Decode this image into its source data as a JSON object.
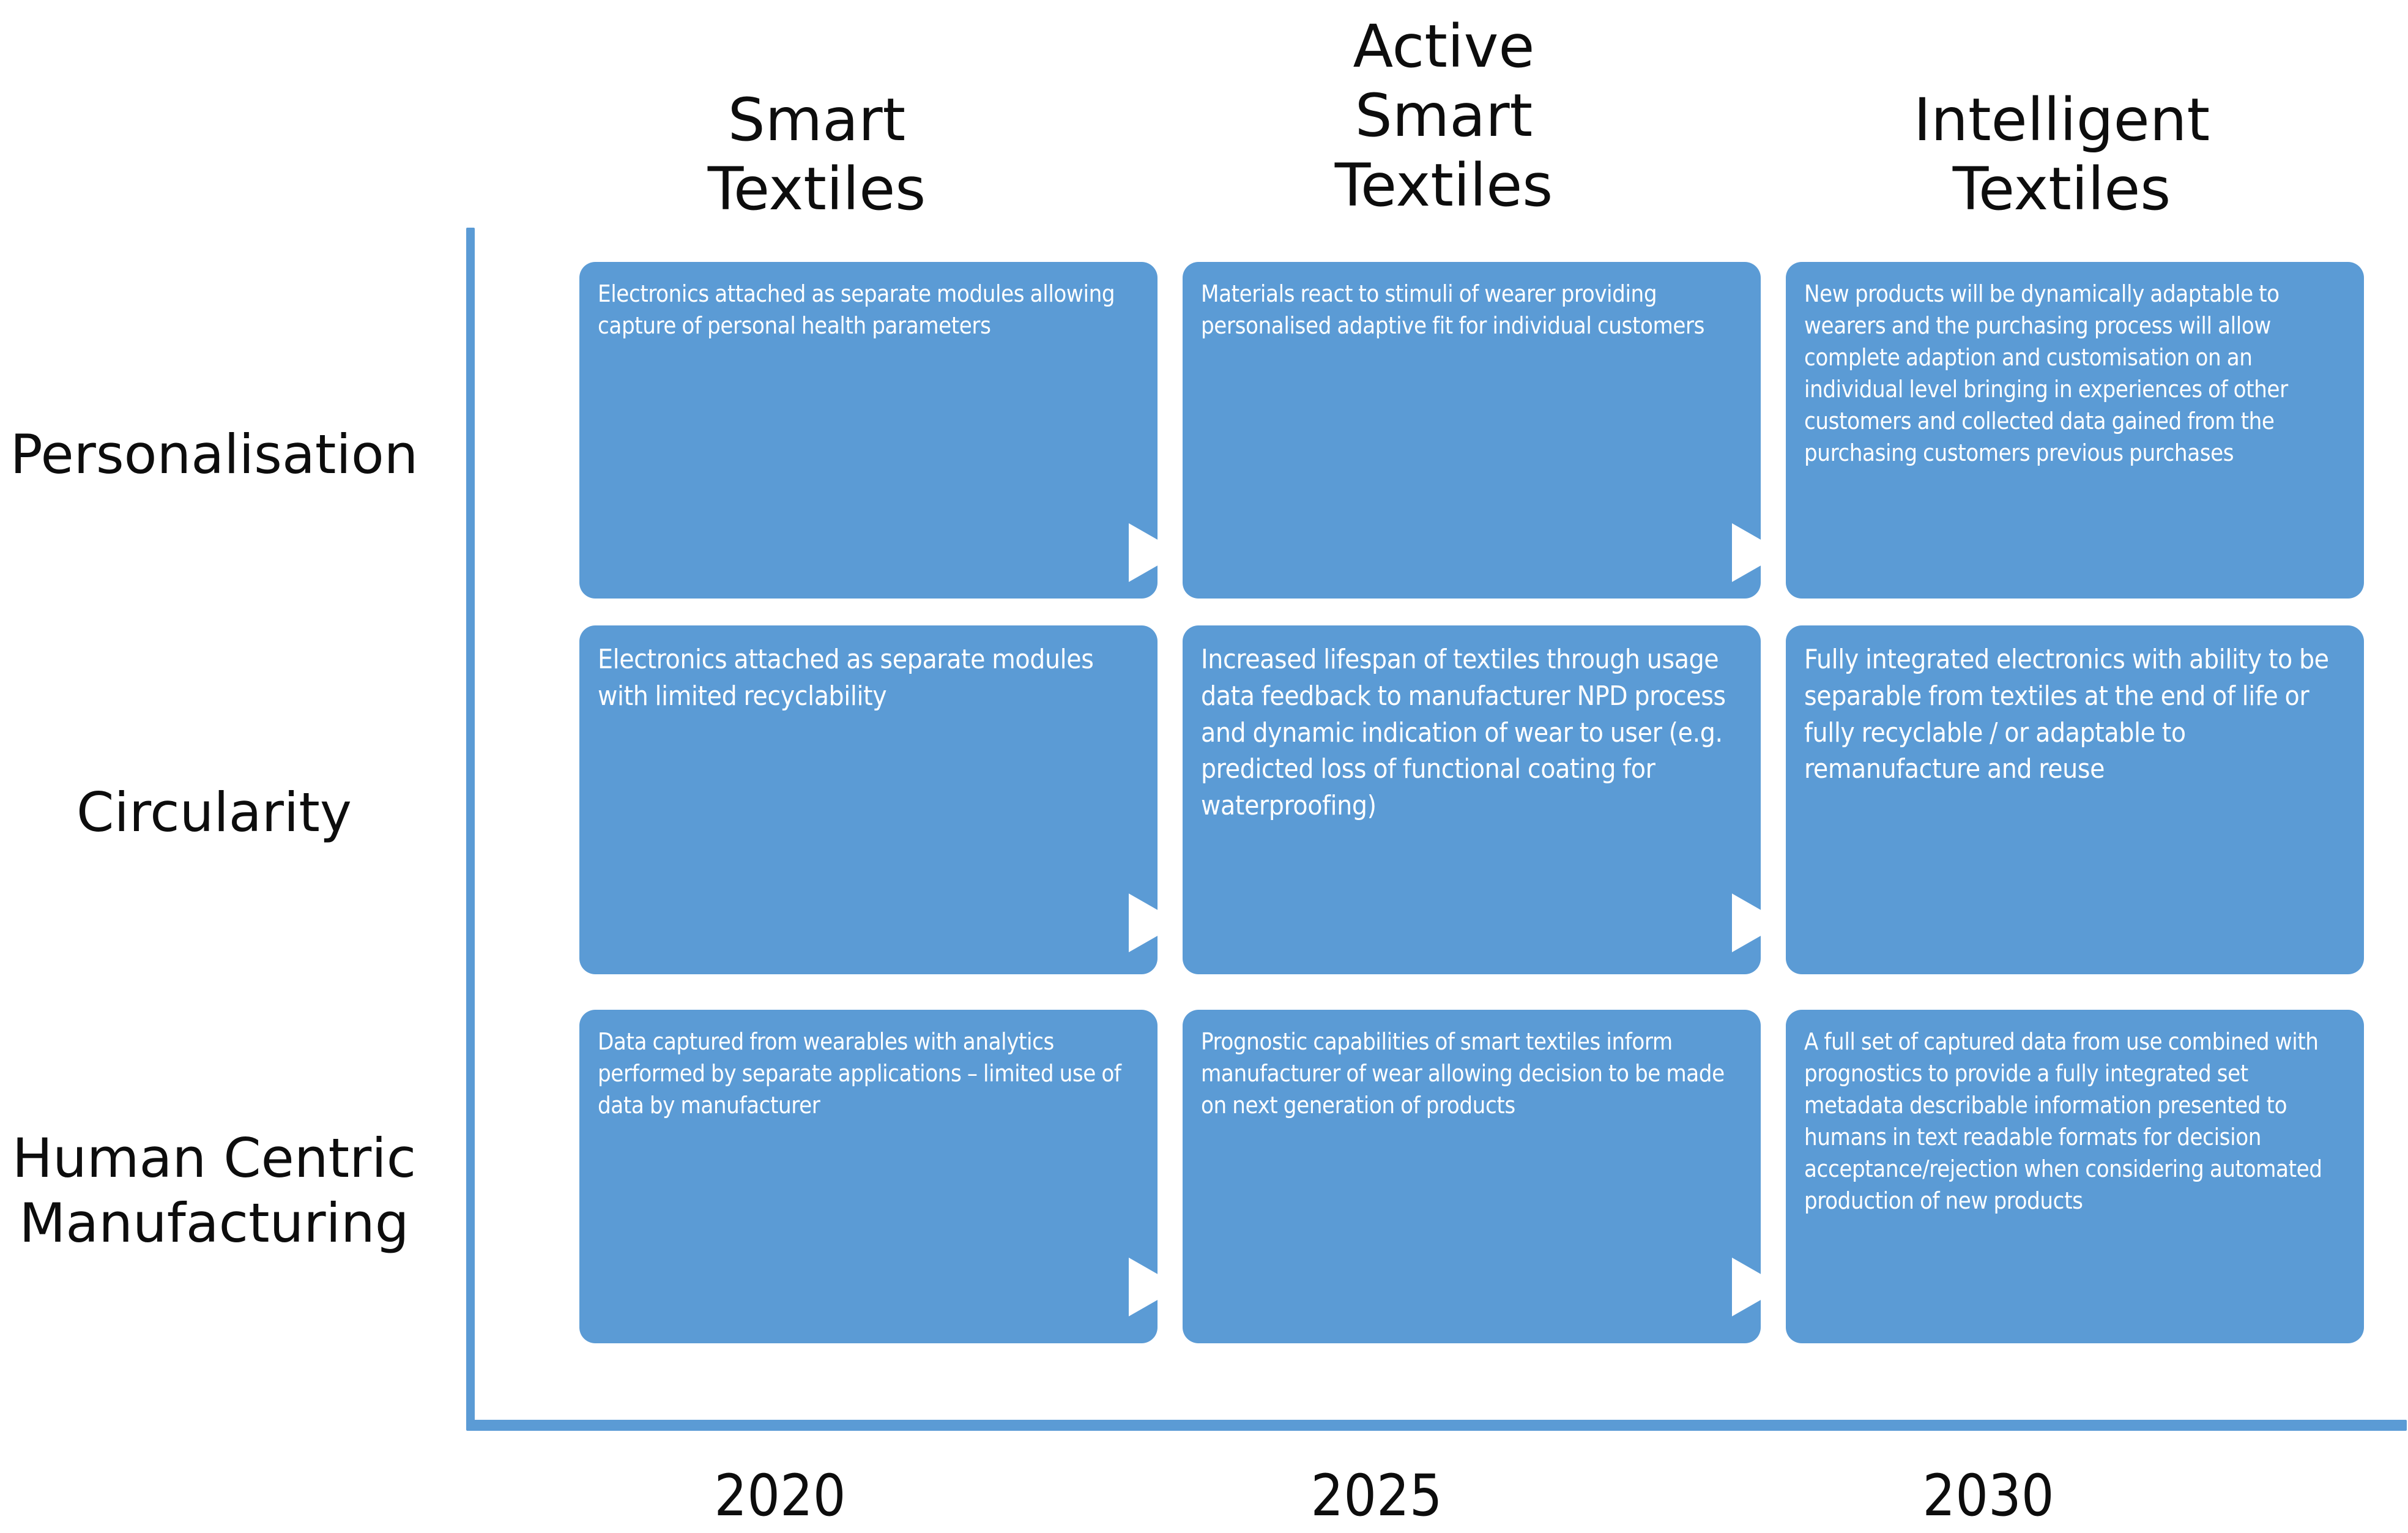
{
  "diagram": {
    "type": "roadmap-matrix",
    "accent_color": "#5B9BD5",
    "cell_text_color": "#FFFFFF",
    "label_color": "#0D0D0D",
    "background": "#FFFFFF"
  },
  "columns": [
    {
      "label": "Smart\nTextiles",
      "year": "2020"
    },
    {
      "label": "Active\nSmart\nTextiles",
      "year": "2025"
    },
    {
      "label": "Intelligent\nTextiles",
      "year": "2030"
    }
  ],
  "rows": [
    {
      "label": "Personalisation"
    },
    {
      "label": "Circularity"
    },
    {
      "label": "Human Centric\nManufacturing"
    }
  ],
  "cells": {
    "r0c0": "Electronics attached as separate modules allowing capture of personal health parameters",
    "r0c1": "Materials react to stimuli of wearer providing personalised adaptive fit  for individual customers",
    "r0c2": "New  products will be dynamically adaptable to wearers and the purchasing process will allow complete adaption and customisation on an individual level bringing in experiences of other customers and collected data gained from the purchasing customers previous purchases",
    "r1c0": "Electronics attached as separate modules with limited recyclability",
    "r1c1": "Increased lifespan of textiles through usage data feedback to manufacturer NPD process and  dynamic indication of wear to user (e.g. predicted loss of functional coating for waterproofing)",
    "r1c2": "Fully integrated electronics with ability to be separable from textiles at the end of life or fully recyclable / or adaptable to remanufacture and reuse",
    "r2c0": "Data captured from wearables with analytics performed by separate applications – limited use of data by manufacturer",
    "r2c1": "Prognostic capabilities of smart textiles inform manufacturer of wear allowing decision to be made on next generation of products",
    "r2c2": "A full set of captured data from use combined with prognostics to provide a fully integrated set metadata describable information  presented to humans in text  readable formats for decision acceptance/rejection when considering automated production of new products"
  },
  "arrows": {
    "icon": "arrow-right-icon",
    "count": 6,
    "color": "#FFFFFF"
  },
  "axes": {
    "y_axis_name": "category-axis",
    "x_axis_name": "time-axis",
    "color": "#5B9BD5"
  }
}
